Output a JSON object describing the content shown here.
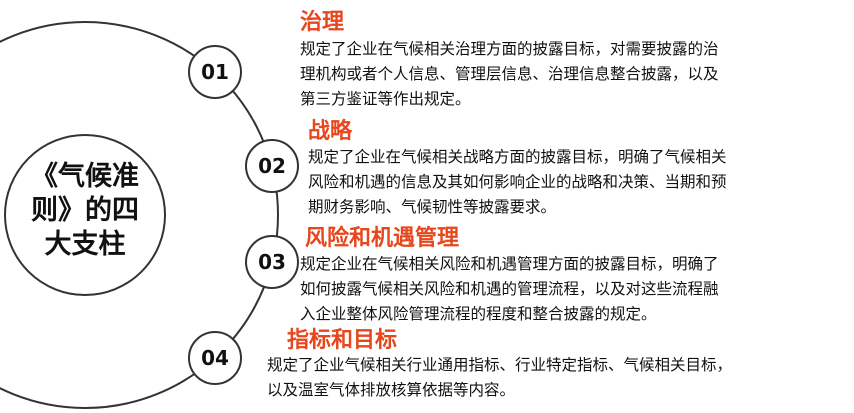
{
  "center_title": [
    "《气候准",
    "则》的四",
    "大支柱"
  ],
  "accent_color": "#e8461c",
  "pillars": [
    {
      "number": "01",
      "title": "治理",
      "lines": [
        "规定了企业在气候相关治理方面的披露目标，对需要披露的治",
        "理机构或者个人信息、管理层信息、治理信息整合披露，以及",
        "第三方鉴证等作出规定。"
      ]
    },
    {
      "number": "02",
      "title": "战略",
      "lines": [
        "规定了企业在气候相关战略方面的披露目标，明确了气候相关",
        "风险和机遇的信息及其如何影响企业的战略和决策、当期和预",
        "期财务影响、气候韧性等披露要求。"
      ]
    },
    {
      "number": "03",
      "title": "风险和机遇管理",
      "lines": [
        "规定企业在气候相关风险和机遇管理方面的披露目标，明确了",
        "如何披露气候相关风险和机遇的管理流程，以及对这些流程融",
        "入企业整体风险管理流程的程度和整合披露的规定。"
      ]
    },
    {
      "number": "04",
      "title": "指标和目标",
      "lines": [
        "规定了企业气候相关行业通用指标、行业特定指标、气候相关目标，",
        "以及温室气体排放核算依据等内容。"
      ]
    }
  ]
}
